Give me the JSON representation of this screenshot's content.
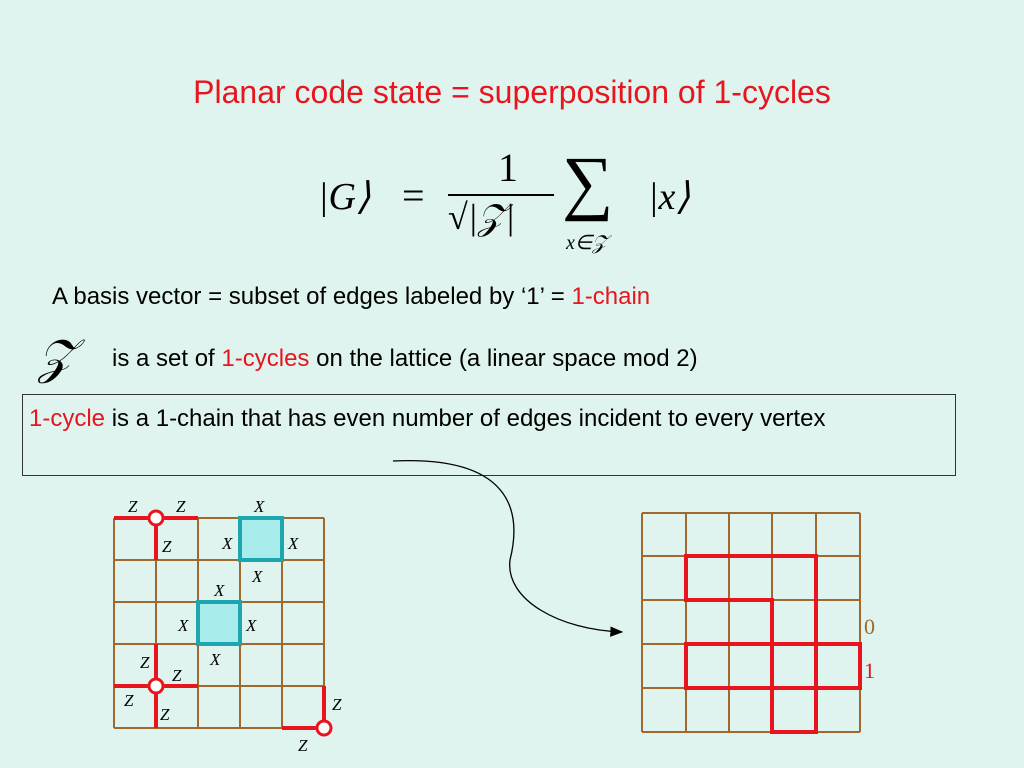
{
  "title": "Planar code state = superposition of 1-cycles",
  "formula": {
    "lhs": "|G⟩",
    "equals": "=",
    "numerator": "1",
    "denominator": "√|𝒵|",
    "sum": "∑",
    "sum_index": "x∈𝒵",
    "term": "|x⟩"
  },
  "line1": {
    "text": "A basis vector = subset of edges labeled by ‘1’ = ",
    "highlight": "1-chain"
  },
  "line2": {
    "symbol": "𝒵",
    "text_before": "is a set of ",
    "highlight": "1-cycles",
    "text_after": " on the lattice (a linear space mod 2)"
  },
  "definition": {
    "highlight": "1-cycle",
    "text": " is a 1-chain that has even number of edges incident to every vertex"
  },
  "left_lattice": {
    "z_label": "Z",
    "x_label": "X"
  },
  "right_lattice": {
    "label_zero": "0",
    "label_one": "1"
  },
  "colors": {
    "background": "#dff4ee",
    "red": "#e8141e",
    "grid": "#a0682d",
    "plaquette_fill": "#a8ecec",
    "plaquette_stroke": "#1ba6b0"
  }
}
